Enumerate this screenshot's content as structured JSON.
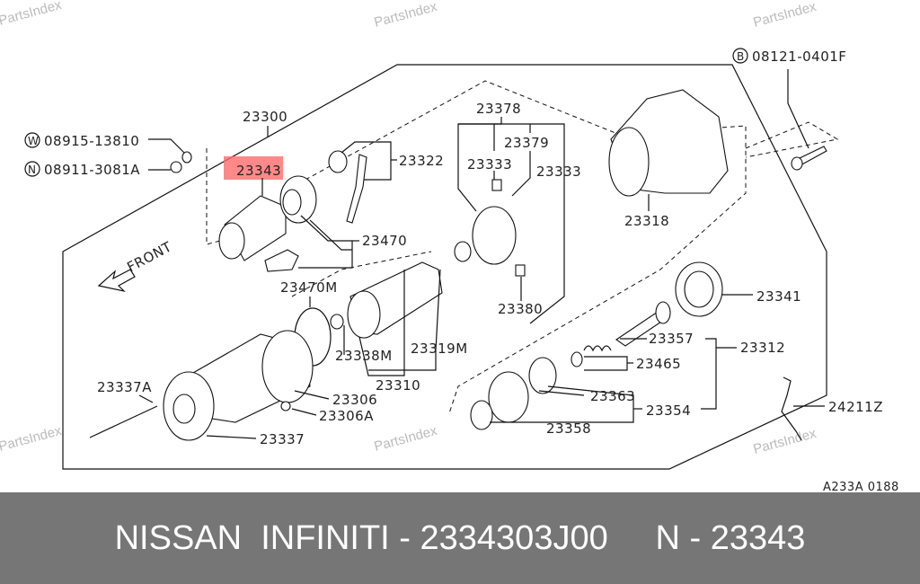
{
  "watermark": "PartsIndex",
  "diagram": {
    "code": "A233A 0188",
    "front_label": "FRONT",
    "highlight_color": "#ff6b6b",
    "labels": {
      "p23300": "23300",
      "w_mark": "W",
      "w_part": "08915-13810",
      "n_mark": "N",
      "n_part": "08911-3081A",
      "p23343": "23343",
      "p23322": "23322",
      "p23470": "23470",
      "p23378": "23378",
      "p23379": "23379",
      "p23333a": "23333",
      "p23333b": "23333",
      "p23318": "23318",
      "b_mark": "B",
      "b_part": "08121-0401F",
      "p23470M": "23470M",
      "p23341": "23341",
      "p23357": "23357",
      "p23312": "23312",
      "p23465": "23465",
      "p23338M": "23338M",
      "p23319M": "23319M",
      "p23380": "23380",
      "p23337A": "23337A",
      "p23306": "23306",
      "p23306A": "23306A",
      "p23310": "23310",
      "p23363": "23363",
      "p23354": "23354",
      "p24211Z": "24211Z",
      "p23358": "23358",
      "p23337": "23337"
    }
  },
  "footer": {
    "title": "NISSAN  INFINITI - 2334303J00     N - 23343"
  }
}
